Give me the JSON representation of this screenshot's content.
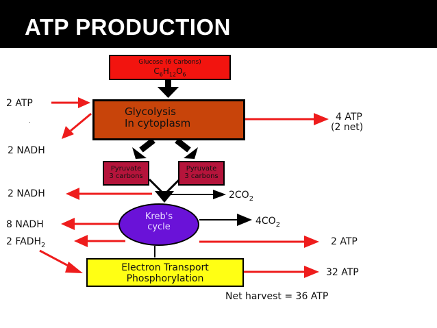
{
  "slide": {
    "title": "ATP PRODUCTION"
  },
  "colors": {
    "glucose": "#f2140f",
    "glycolysis": "#c8440a",
    "pyruvate": "#b5143b",
    "krebs": "#6a12d8",
    "etc": "#ffff14",
    "arrow_red": "#ee1c1c",
    "arrow_black": "#000000"
  },
  "nodes": {
    "glucose": {
      "label": "Glucose (6 Carbons)",
      "formula": {
        "c": "C",
        "c_n": "6",
        "h": "H",
        "h_n": "12",
        "o": "O",
        "o_n": "6"
      }
    },
    "glycolysis": {
      "label": "Glycolysis\nIn cytoplasm"
    },
    "pyruvate_1": {
      "label": "Pyruvate\n3 carbons"
    },
    "pyruvate_2": {
      "label": "Pyruvate\n3 carbons"
    },
    "krebs": {
      "label": "Kreb's\ncycle"
    },
    "etc": {
      "label": "Electron Transport\nPhosphorylation"
    }
  },
  "labels": {
    "atp_in": "2 ATP",
    "nadh_glycolysis": "2 NADH",
    "atp_glycolysis_gross": "4 ATP",
    "atp_glycolysis_net": "(2 net)",
    "nadh_pyruvate": "2 NADH",
    "co2_pyruvate": "2CO",
    "co2_pyruvate_sub": "2",
    "nadh_krebs": "8 NADH",
    "fadh_prefix": "2 FADH",
    "fadh_sub": "2",
    "co2_krebs": "4CO",
    "co2_krebs_sub": "2",
    "atp_krebs": "2 ATP",
    "atp_etc": "32 ATP",
    "net_harvest": "Net harvest = 36 ATP"
  }
}
